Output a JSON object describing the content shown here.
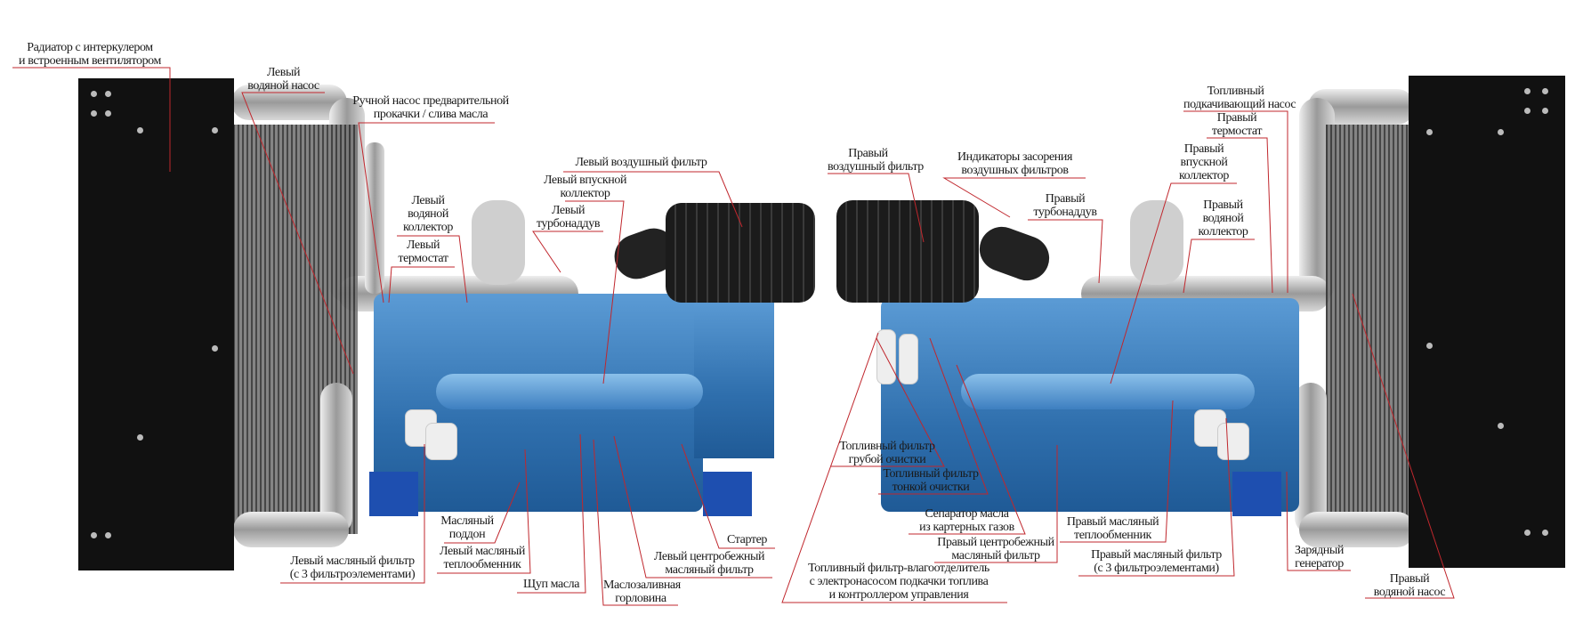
{
  "colors": {
    "leader_line": "#c0272d",
    "engine_blue": "#2f6fad",
    "radiator": "#111111"
  },
  "labels": {
    "radiator": [
      "Радиатор с интеркулером",
      "и встроенным вентилятором"
    ],
    "left_water_pump": [
      "Левый",
      "водяной насос"
    ],
    "manual_oil_pump": [
      "Ручной насос предварительной",
      "прокачки / слива масла"
    ],
    "left_air_filter": [
      "Левый воздушный фильтр"
    ],
    "left_intake_manifold": [
      "Левый впускной",
      "коллектор"
    ],
    "left_turbo": [
      "Левый",
      "турбонаддув"
    ],
    "left_water_manifold": [
      "Левый",
      "водяной",
      "коллектор"
    ],
    "left_thermostat": [
      "Левый",
      "термостат"
    ],
    "oil_pan": [
      "Масляный",
      "поддон"
    ],
    "left_oil_cooler": [
      "Левый масляный",
      "теплообменник"
    ],
    "left_oil_filter": [
      "Левый масляный фильтр",
      "(с 3 фильтроэлементами)"
    ],
    "dipstick": [
      "Щуп масла"
    ],
    "oil_filler": [
      "Маслозаливная",
      "горловина"
    ],
    "starter": [
      "Стартер"
    ],
    "left_centrifugal_filter": [
      "Левый центробежный",
      "масляный фильтр"
    ],
    "right_air_filter": [
      "Правый",
      "воздушный фильтр"
    ],
    "clog_indicators": [
      "Индикаторы засорения",
      "воздушных фильтров"
    ],
    "right_turbo": [
      "Правый",
      "турбонаддув"
    ],
    "fuel_lift_pump": [
      "Топливный",
      "подкачивающий насос"
    ],
    "right_thermostat": [
      "Правый",
      "термостат"
    ],
    "right_intake_manifold": [
      "Правый",
      "впускной",
      "коллектор"
    ],
    "right_water_manifold": [
      "Правый",
      "водяной",
      "коллектор"
    ],
    "coarse_fuel_filter": [
      "Топливный фильтр",
      "грубой очистки"
    ],
    "fine_fuel_filter": [
      "Топливный фильтр",
      "тонкой очистки"
    ],
    "crankcase_separator": [
      "Сепаратор масла",
      "из картерных газов"
    ],
    "right_centrifugal_filter": [
      "Правый центробежный",
      "масляный фильтр"
    ],
    "right_oil_cooler": [
      "Правый масляный",
      "теплообменник"
    ],
    "right_oil_filter": [
      "Правый масляный фильтр",
      "(с 3 фильтроэлементами)"
    ],
    "fuel_water_separator": [
      "Топливный фильтр-влагоотделитель",
      "с электронасосом подкачки топлива",
      "и контроллером управления"
    ],
    "alternator": [
      "Зарядный",
      "генератор"
    ],
    "right_water_pump": [
      "Правый",
      "водяной насос"
    ]
  }
}
